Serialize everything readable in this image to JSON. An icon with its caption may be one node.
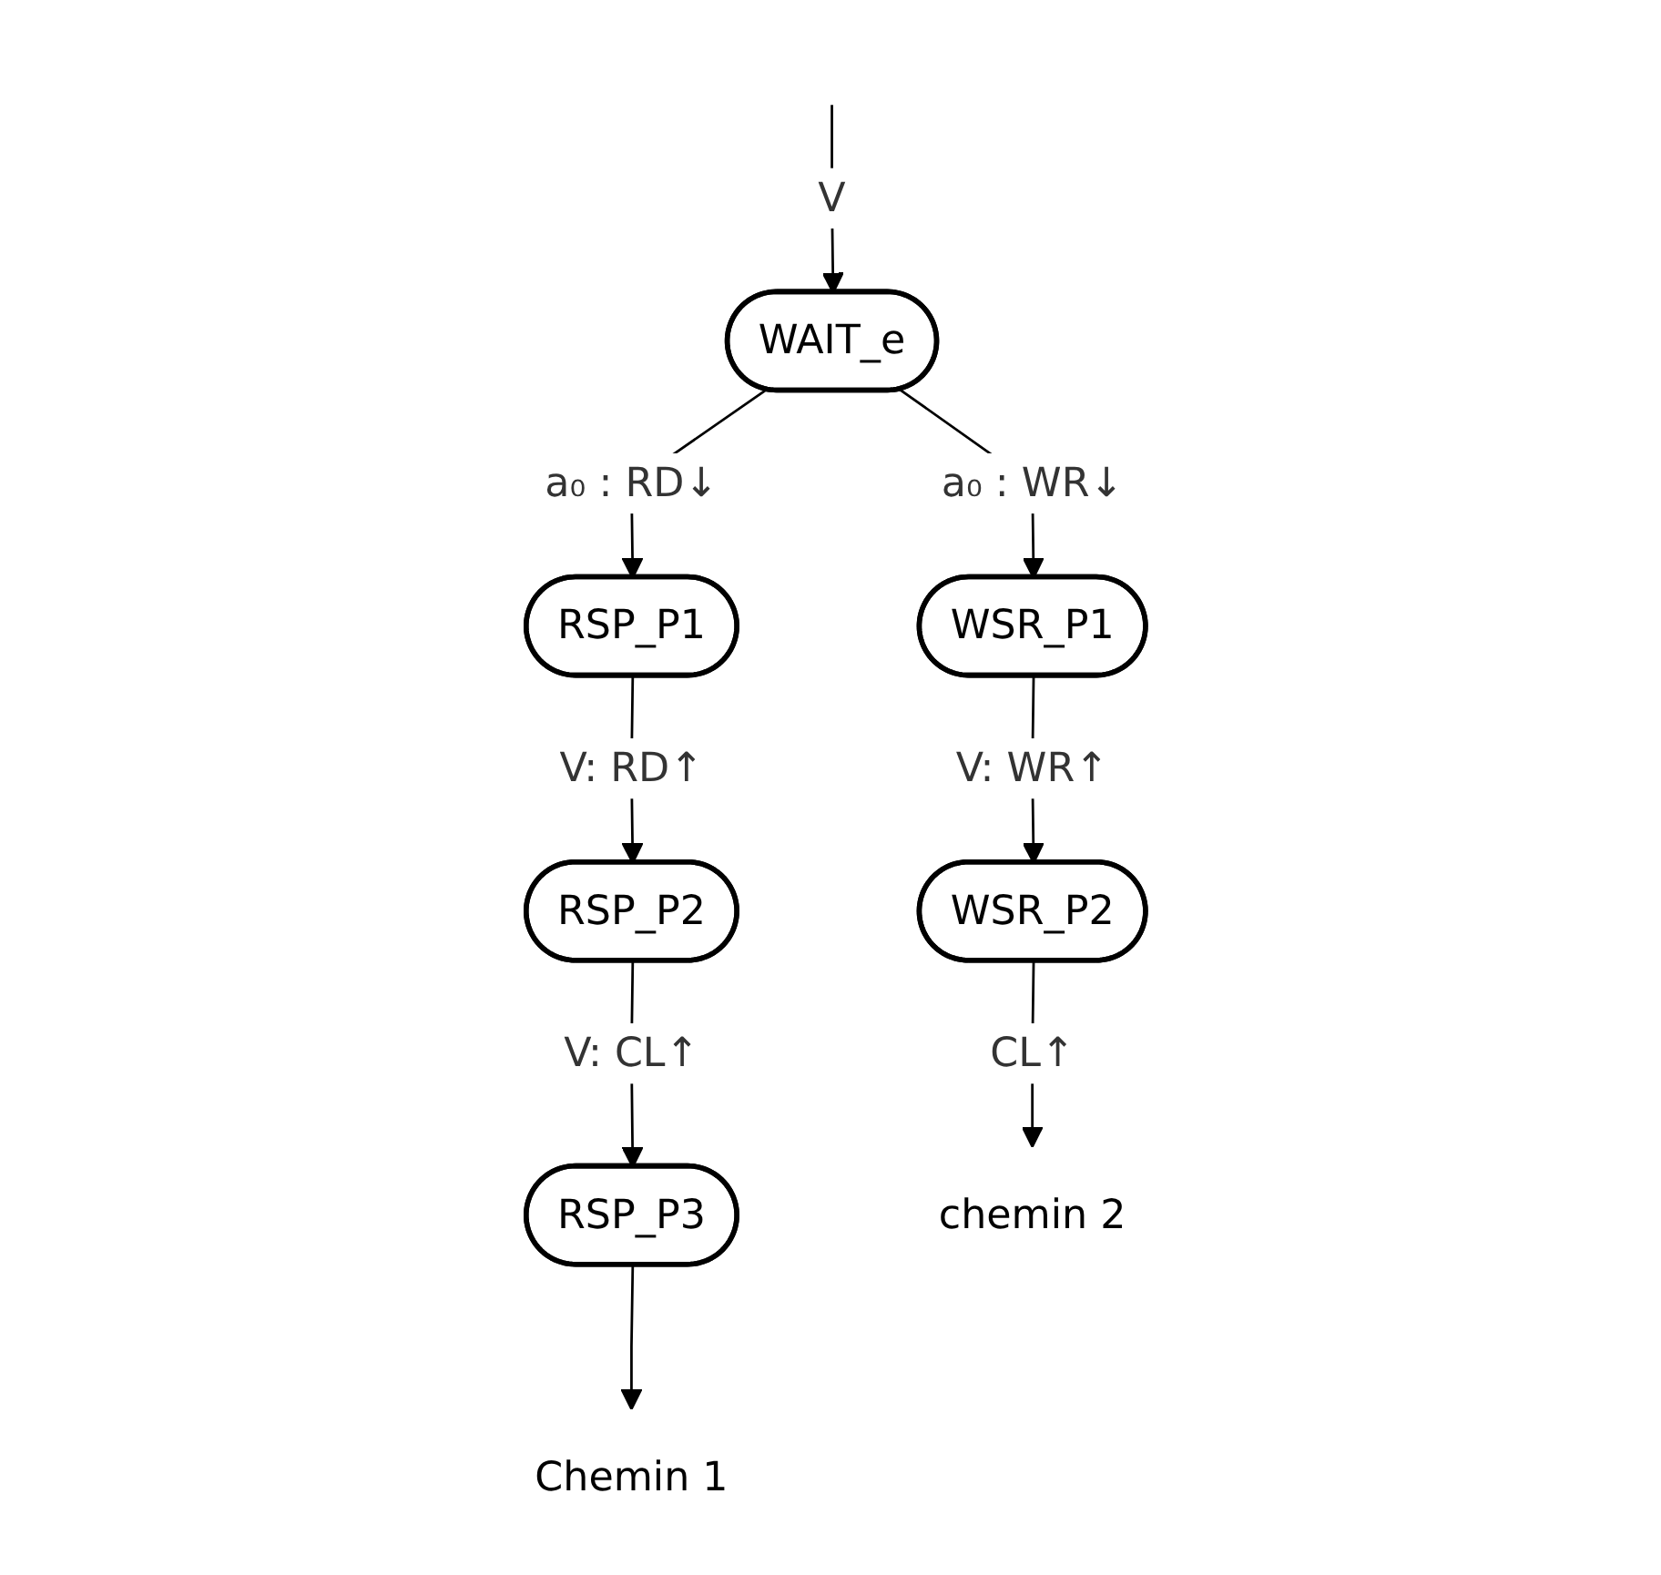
{
  "diagram": {
    "nodes": [
      {
        "text": [
          "WAIT_e"
        ]
      },
      {
        "text": [
          "RSP_P1"
        ]
      },
      {
        "text": [
          "RSP_P2"
        ]
      },
      {
        "text": [
          "RSP_P3"
        ]
      },
      {
        "text": [
          "WSR_P1"
        ]
      },
      {
        "text": [
          "WSR_P2"
        ]
      },
      {
        "text": [
          "Chemin 1"
        ]
      },
      {
        "text": [
          "chemin 2"
        ]
      }
    ],
    "edges": [
      {
        "from": null,
        "to": 0,
        "arrow": "to",
        "label": "V"
      },
      {
        "from": 0,
        "to": 1,
        "arrow": "to",
        "label": "a₀ : RD↓"
      },
      {
        "from": 1,
        "to": 2,
        "arrow": "to",
        "label": "V: RD↑"
      },
      {
        "from": 2,
        "to": 3,
        "arrow": "to",
        "label": "V: CL↑"
      },
      {
        "from": 3,
        "to": 6,
        "arrow": "to"
      },
      {
        "from": 0,
        "to": 4,
        "arrow": "to",
        "label": "a₀ : WR↓"
      },
      {
        "from": 4,
        "to": 5,
        "arrow": "to",
        "label": "V: WR↑"
      },
      {
        "from": 5,
        "to": 7,
        "arrow": "to",
        "label": "CL↑"
      }
    ]
  }
}
